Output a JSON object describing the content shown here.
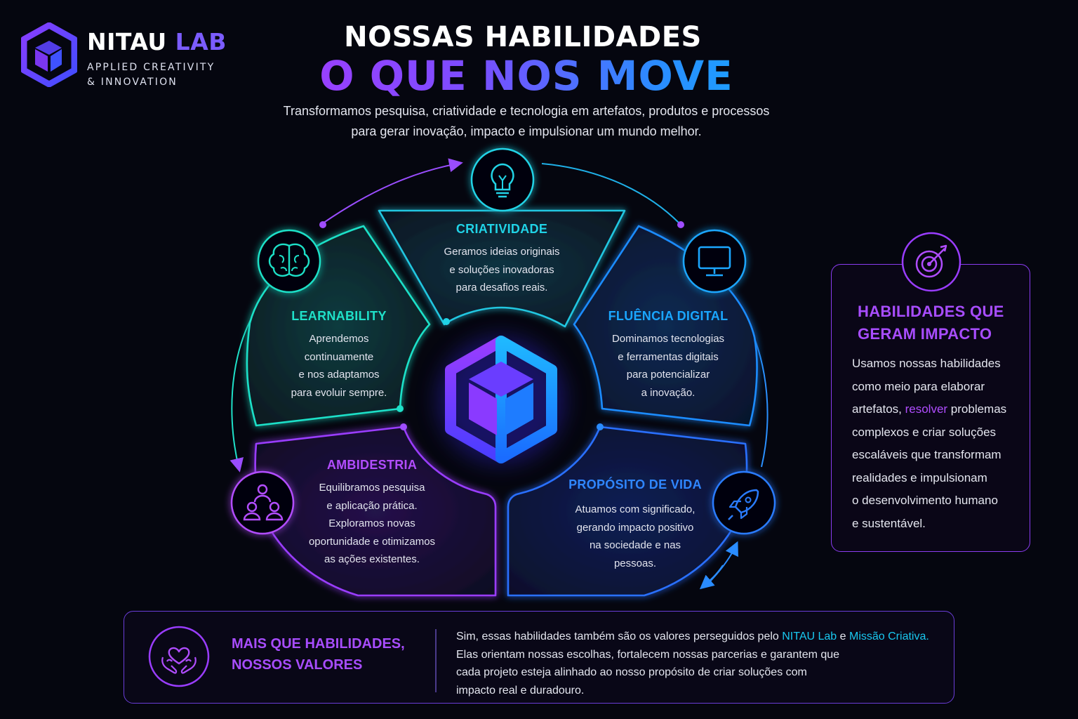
{
  "brand": {
    "name_main": "NITAU",
    "name_accent": "LAB",
    "tagline_line1": "APPLIED CREATIVITY",
    "tagline_line2": "& INNOVATION"
  },
  "header": {
    "title": "NOSSAS HABILIDADES",
    "headline": "O QUE NOS MOVE",
    "subtitle_line1": "Transformamos pesquisa, criatividade e tecnologia em artefatos, produtos e processos",
    "subtitle_line2": "para gerar inovação, impacto e impulsionar um mundo melhor."
  },
  "skills": [
    {
      "key": "criatividade",
      "title": "CRIATIVIDADE",
      "icon": "lightbulb-icon",
      "color": "#20d3e6",
      "lines": [
        "Geramos ideias originais",
        "e soluções inovadoras",
        "para desafios reais."
      ]
    },
    {
      "key": "learnability",
      "title": "LEARNABILITY",
      "icon": "brain-icon",
      "color": "#1fe0c8",
      "lines": [
        "Aprendemos",
        "continuamente",
        "e nos adaptamos",
        "para evoluir sempre."
      ]
    },
    {
      "key": "fluencia",
      "title": "FLUÊNCIA DIGITAL",
      "icon": "monitor-icon",
      "color": "#1aa6ff",
      "lines": [
        "Dominamos tecnologias",
        "e ferramentas digitais",
        "para potencializar",
        "a inovação."
      ]
    },
    {
      "key": "ambidestria",
      "title": "AMBIDESTRIA",
      "icon": "team-icon",
      "color": "#b24dff",
      "lines": [
        "Equilibramos pesquisa",
        "e aplicação prática.",
        "Exploramos novas",
        "oportunidade e otimizamos",
        "as ações existentes."
      ]
    },
    {
      "key": "proposito",
      "title": "PROPÓSITO DE VIDA",
      "icon": "rocket-icon",
      "color": "#2f86ff",
      "lines": [
        "Atuamos com significado,",
        "gerando impacto positivo",
        "na sociedade e nas",
        "pessoas."
      ]
    }
  ],
  "impact_card": {
    "icon": "target-icon",
    "title_line1": "HABILIDADES QUE",
    "title_line2": "GERAM IMPACTO",
    "lines": [
      "Usamos nossas habilidades",
      "como meio para elaborar",
      [
        "artefatos, ",
        "resolver",
        " problemas"
      ],
      "complexos e criar soluções",
      "escaláveis que transformam",
      "realidades e impulsionam",
      "o desenvolvimento humano",
      "e sustentável."
    ]
  },
  "values": {
    "icon": "heart-hands-icon",
    "title_line1": "MAIS QUE HABILIDADES,",
    "title_line2": "NOSSOS VALORES",
    "text_prefix": "Sim, essas habilidades também são os valores perseguidos pelo ",
    "brand_link": "NITAU Lab",
    "connector": " e ",
    "mission_link": "Missão Criativa.",
    "line2": "Elas orientam nossas escolhas, fortalecem nossas parcerias e garantem que",
    "line3": "cada projeto esteja alinhado ao nosso propósito de criar soluções com",
    "line4": "impacto real e duradouro."
  },
  "colors": {
    "teal": "#1fe0c8",
    "cyan": "#20d3e6",
    "blue": "#1aa6ff",
    "purple": "#b24dff",
    "violet": "#7b5cff",
    "background": "#05060f"
  }
}
